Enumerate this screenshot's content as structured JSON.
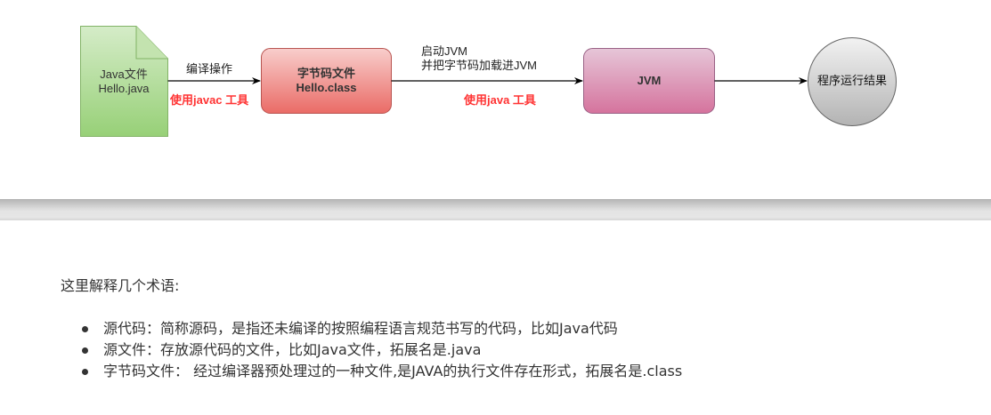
{
  "diagram": {
    "nodes": {
      "source_file": {
        "line1": "Java文件",
        "line2": "Hello.java",
        "shape": "document",
        "color": "#a9d98c"
      },
      "bytecode_file": {
        "line1": "字节码文件",
        "line2": "Hello.class",
        "shape": "rounded-rect",
        "color": "#ec7f7c"
      },
      "jvm": {
        "label": "JVM",
        "shape": "rounded-rect",
        "color": "#dd87ac"
      },
      "result": {
        "label": "程序运行结果",
        "shape": "circle",
        "color": "#d3d3d3"
      }
    },
    "edges": {
      "compile": {
        "label_top": "编译操作",
        "label_bottom": "使用javac 工具"
      },
      "run": {
        "label_top_line1": "启动JVM",
        "label_top_line2": "并把字节码加载进JVM",
        "label_bottom": "使用java 工具"
      }
    },
    "accent_red": "#ff3333"
  },
  "content": {
    "intro": "这里解释几个术语:",
    "terms": [
      {
        "text": "源代码：简称源码，是指还未编译的按照编程语言规范书写的代码，比如Java代码"
      },
      {
        "text": "源文件：存放源代码的文件，比如Java文件，拓展名是.java"
      },
      {
        "text": "字节码文件： 经过编译器预处理过的一种文件,是JAVA的执行文件存在形式，拓展名是.class"
      }
    ]
  }
}
